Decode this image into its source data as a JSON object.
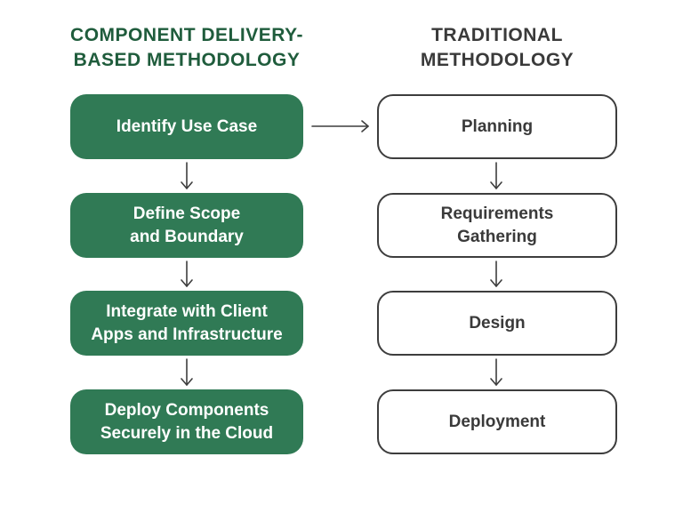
{
  "left_column": {
    "title": "COMPONENT DELIVERY-\nBASED METHODOLOGY",
    "color": "#307a55",
    "steps": [
      {
        "label": "Identify Use Case"
      },
      {
        "label": "Define Scope\nand Boundary"
      },
      {
        "label": "Integrate with Client\nApps and Infrastructure"
      },
      {
        "label": "Deploy Components\nSecurely in the Cloud"
      }
    ]
  },
  "right_column": {
    "title": "TRADITIONAL\nMETHODOLOGY",
    "steps": [
      {
        "label": "Planning"
      },
      {
        "label": "Requirements\nGathering"
      },
      {
        "label": "Design"
      },
      {
        "label": "Deployment"
      }
    ]
  },
  "connectors": {
    "horizontal": "Identify Use Case -> Planning",
    "arrow_icon": "arrow"
  }
}
